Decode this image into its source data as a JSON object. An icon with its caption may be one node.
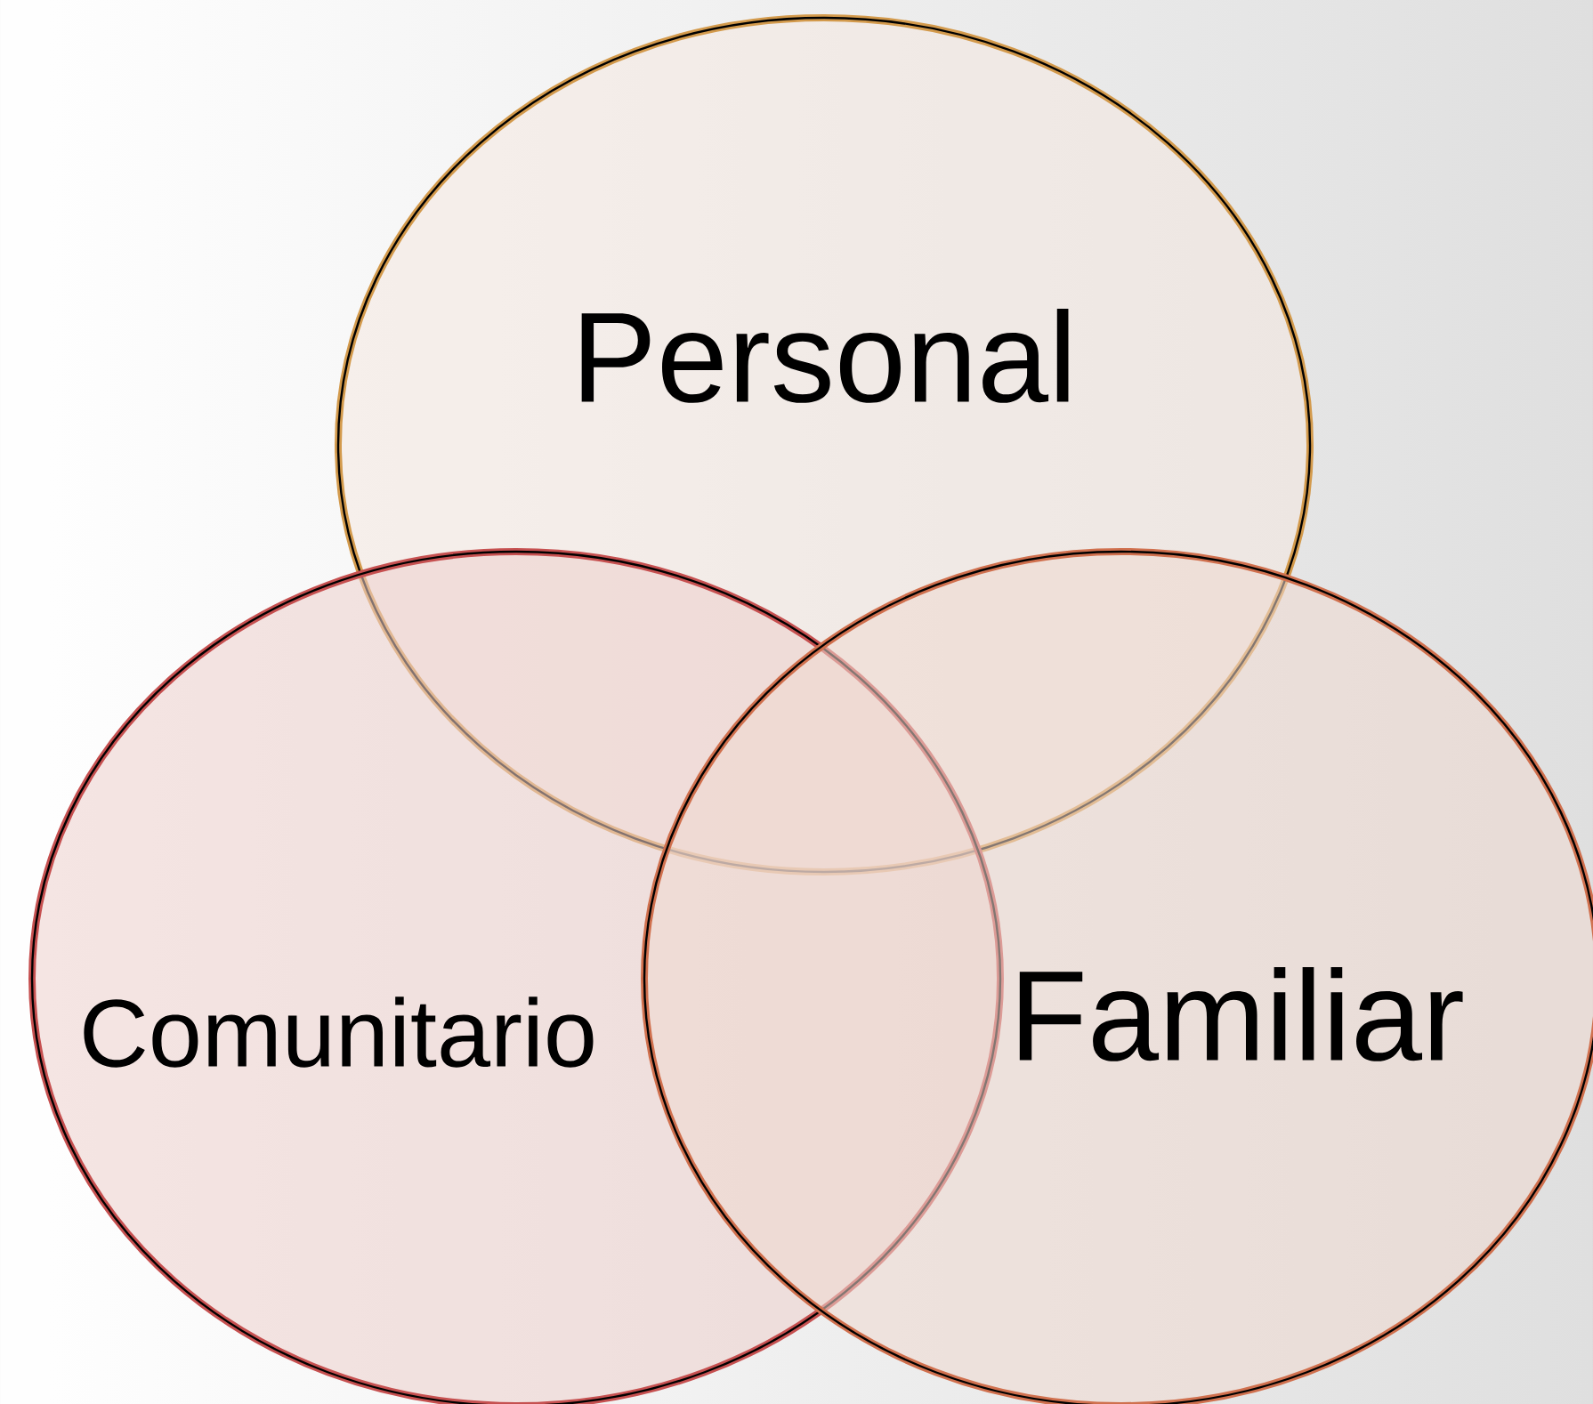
{
  "diagram": {
    "nodes": [
      {
        "text": [
          "Personal"
        ]
      },
      {
        "text": [
          "Comunitario"
        ]
      },
      {
        "text": [
          "Familiar"
        ]
      }
    ]
  }
}
